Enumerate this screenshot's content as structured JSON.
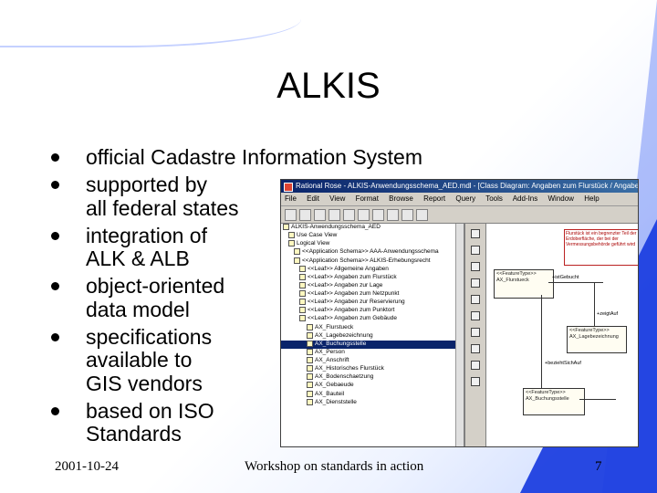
{
  "slide": {
    "title": "ALKIS",
    "bullets": [
      "official Cadastre Information System",
      "supported by\nall federal states",
      "integration of\nALK & ALB",
      "object-oriented\ndata model",
      "specifications\navailable to\nGIS vendors",
      "based on ISO\nStandards"
    ],
    "footer": {
      "date": "2001-10-24",
      "center": "Workshop on standards in action",
      "page": "7"
    },
    "colors": {
      "accent": "#1d3fe0",
      "text": "#000000"
    }
  },
  "screenshot": {
    "title_bar": "Rational Rose - ALKIS-Anwendungsschema_AED.mdl - [Class Diagram: Angaben zum Flurstück / Angabe",
    "menu_items": [
      "File",
      "Edit",
      "View",
      "Format",
      "Browse",
      "Report",
      "Query",
      "Tools",
      "Add-Ins",
      "Window",
      "Help"
    ],
    "tree_items": [
      "ALKIS-Anwendungsschema_AED",
      "Use Case View",
      "Logical View",
      "<<Application Schema>> AAA-Anwendungsschema",
      "<<Application Schema>> ALKIS-Erhebungsrecht",
      "<<Leaf>> Allgemeine Angaben",
      "<<Leaf>> Angaben zum Flurstück",
      "<<Leaf>> Angaben zur Lage",
      "<<Leaf>> Angaben zum Netzpunkt",
      "<<Leaf>> Angaben zur Reservierung",
      "<<Leaf>> Angaben zum Punktort",
      "<<Leaf>> Angaben zum Gebäude",
      "AX_Flurstueck",
      "AX_Lagebezeichnung",
      "AX_Buchungsstelle",
      "AX_Person",
      "AX_Anschrift",
      "AX_Historisches Flurstück",
      "AX_Bodenschaetzung",
      "AX_Gebaeude",
      "AX_Bauteil",
      "AX_Dienststelle"
    ],
    "diagram_labels": {
      "note": "Flurstück ist ein begrenzter Teil der Erdoberfläche, der bei der Vermessungsbehörde geführt wird",
      "class_a": "<<FeatureType>> AX_Flurstueck",
      "class_b": "<<FeatureType>> AX_Lagebezeichnung",
      "class_c": "<<FeatureType>> AX_Buchungsstelle",
      "role_a": "+istGebucht",
      "role_b": "+zeigtAuf",
      "role_c": "+beziehtSichAuf"
    }
  }
}
